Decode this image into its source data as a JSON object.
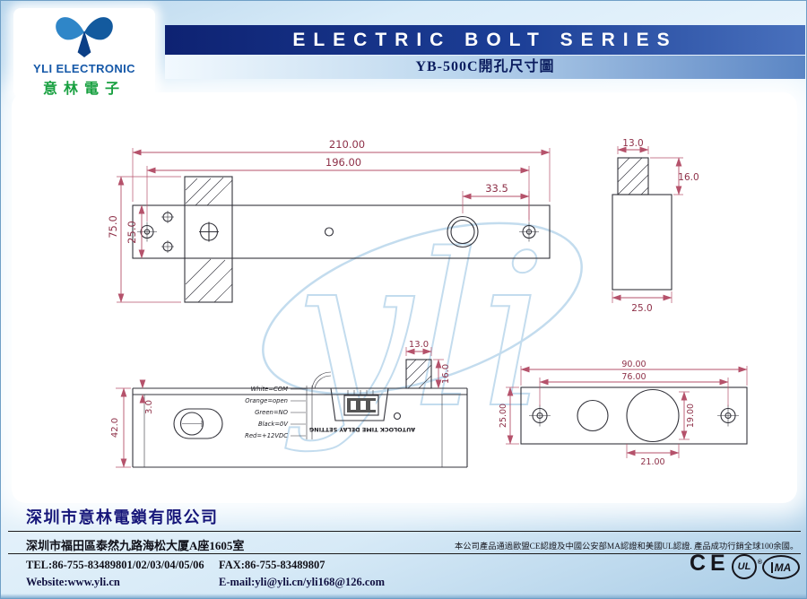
{
  "page": {
    "watermark": "yli"
  },
  "logo": {
    "brand": "YLI ELECTRONIC",
    "brand_cn": "意林電子"
  },
  "banner": {
    "title": "ELECTRIC BOLT SERIES",
    "subtitle": "YB-500C開孔尺寸圖"
  },
  "drawings": {
    "plate_top_view": {
      "dim_overall_width": "210.00",
      "dim_hole_span": "196.00",
      "dim_bolt_offset": "33.5",
      "dim_housing_height": "75.0",
      "dim_plate_height": "25.0"
    },
    "bolt_side_view": {
      "dim_bolt_width": "13.0",
      "dim_bolt_height": "16.0",
      "dim_body_width": "25.0"
    },
    "lock_side_view": {
      "dim_bolt_width": "13.0",
      "dim_bolt_height": "16.0",
      "dim_body_height": "42.0",
      "dim_plate_thickness": "3.0",
      "wires": [
        "White=COM",
        "Orange=open",
        "Green=NO",
        "Black=0V",
        "Red=+12VDC"
      ],
      "dip_label": "AUTOLOCK TIME DELAY SETTING"
    },
    "faceplate_view": {
      "dim_overall_width": "90.00",
      "dim_hole_span": "76.00",
      "dim_height": "25.00",
      "dim_cylinder": "19.00",
      "dim_bolt_hole": "21.00"
    }
  },
  "footer": {
    "company": "深圳市意林電鎖有限公司",
    "address": "深圳市福田區泰然九路海松大厦A座1605室",
    "tel": "TEL:86-755-83489801/02/03/04/05/06",
    "fax": "FAX:86-755-83489807",
    "website": "Website:www.yli.cn",
    "email": "E-mail:yli@yli.cn/yli168@126.com",
    "cert_note": "本公司產品通過歐盟CE認證及中國公安部MA認證和美國UL認證. 產品成功行銷全球100余國。",
    "cert_ce": "CE",
    "cert_ul": "UL",
    "cert_ul_reg": "®",
    "cert_ma": "MA"
  }
}
